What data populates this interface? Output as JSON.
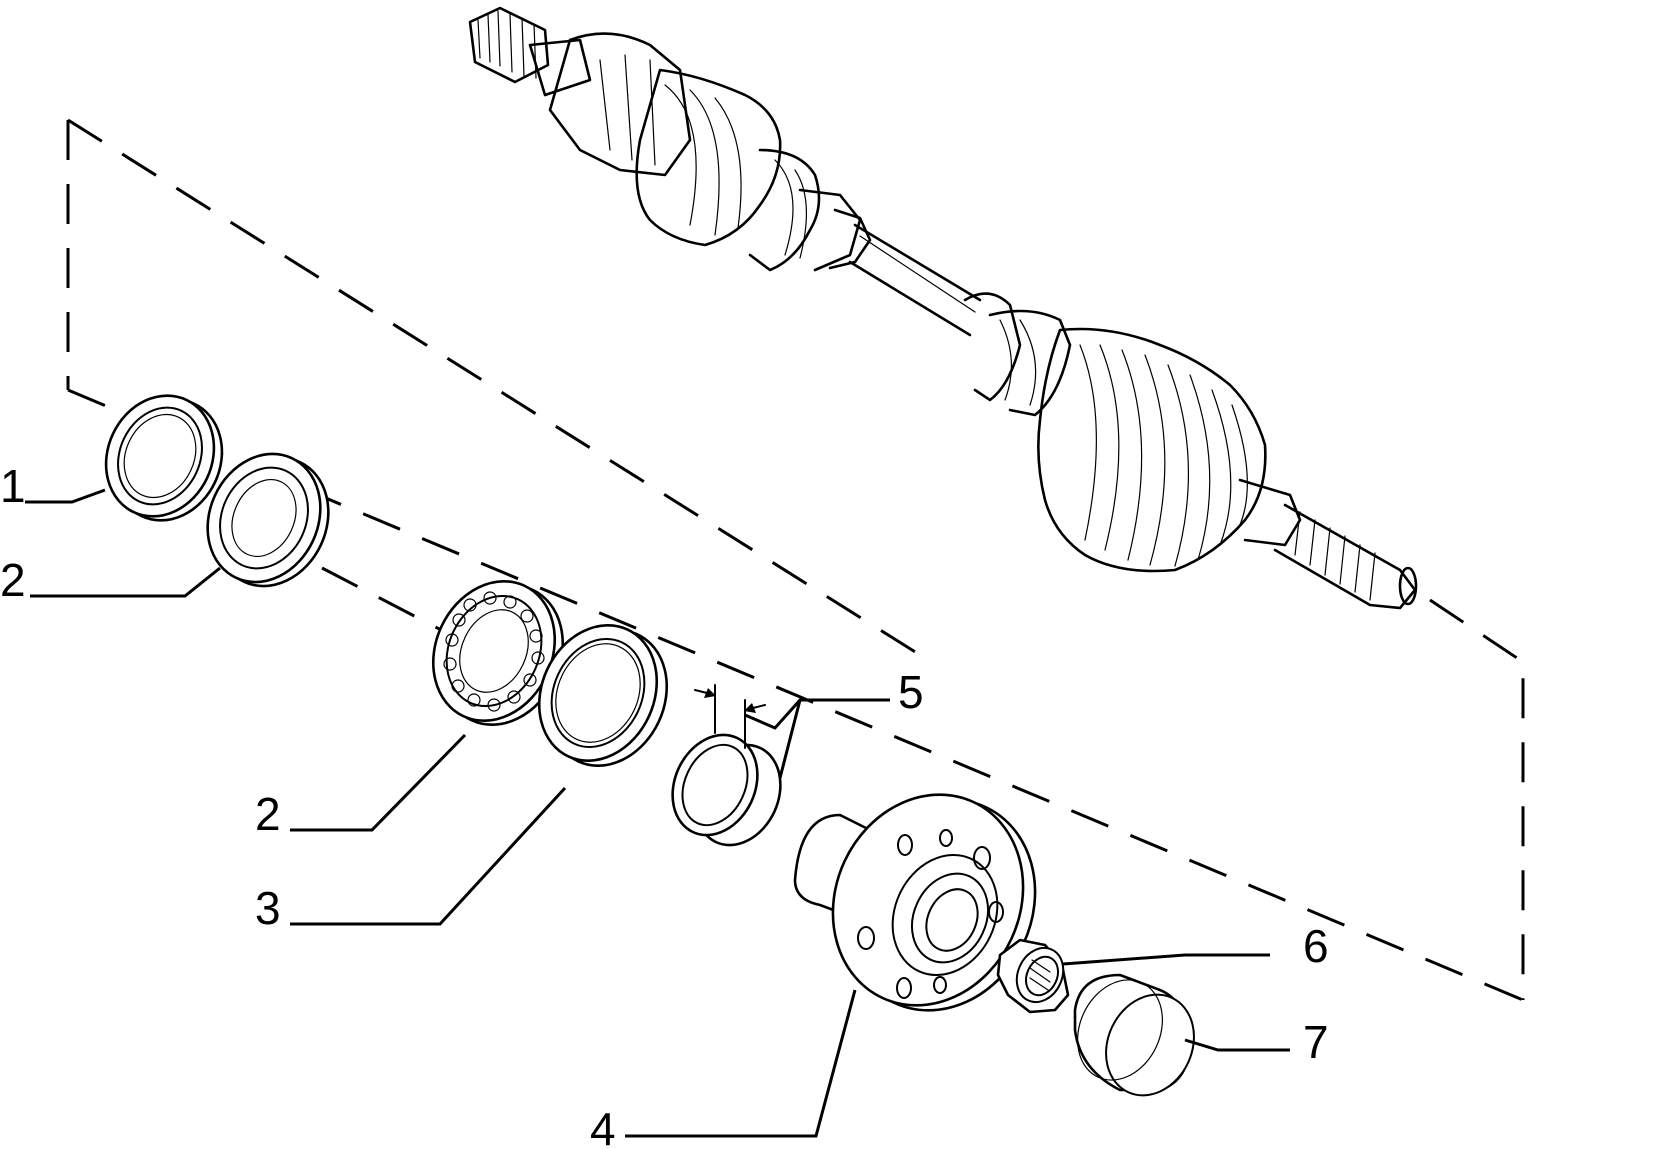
{
  "diagram": {
    "callouts": [
      {
        "id": "c1",
        "label": "1"
      },
      {
        "id": "c2a",
        "label": "2"
      },
      {
        "id": "c2b",
        "label": "2"
      },
      {
        "id": "c3",
        "label": "3"
      },
      {
        "id": "c4",
        "label": "4"
      },
      {
        "id": "c5",
        "label": "5"
      },
      {
        "id": "c6",
        "label": "6"
      },
      {
        "id": "c7",
        "label": "7"
      }
    ]
  }
}
